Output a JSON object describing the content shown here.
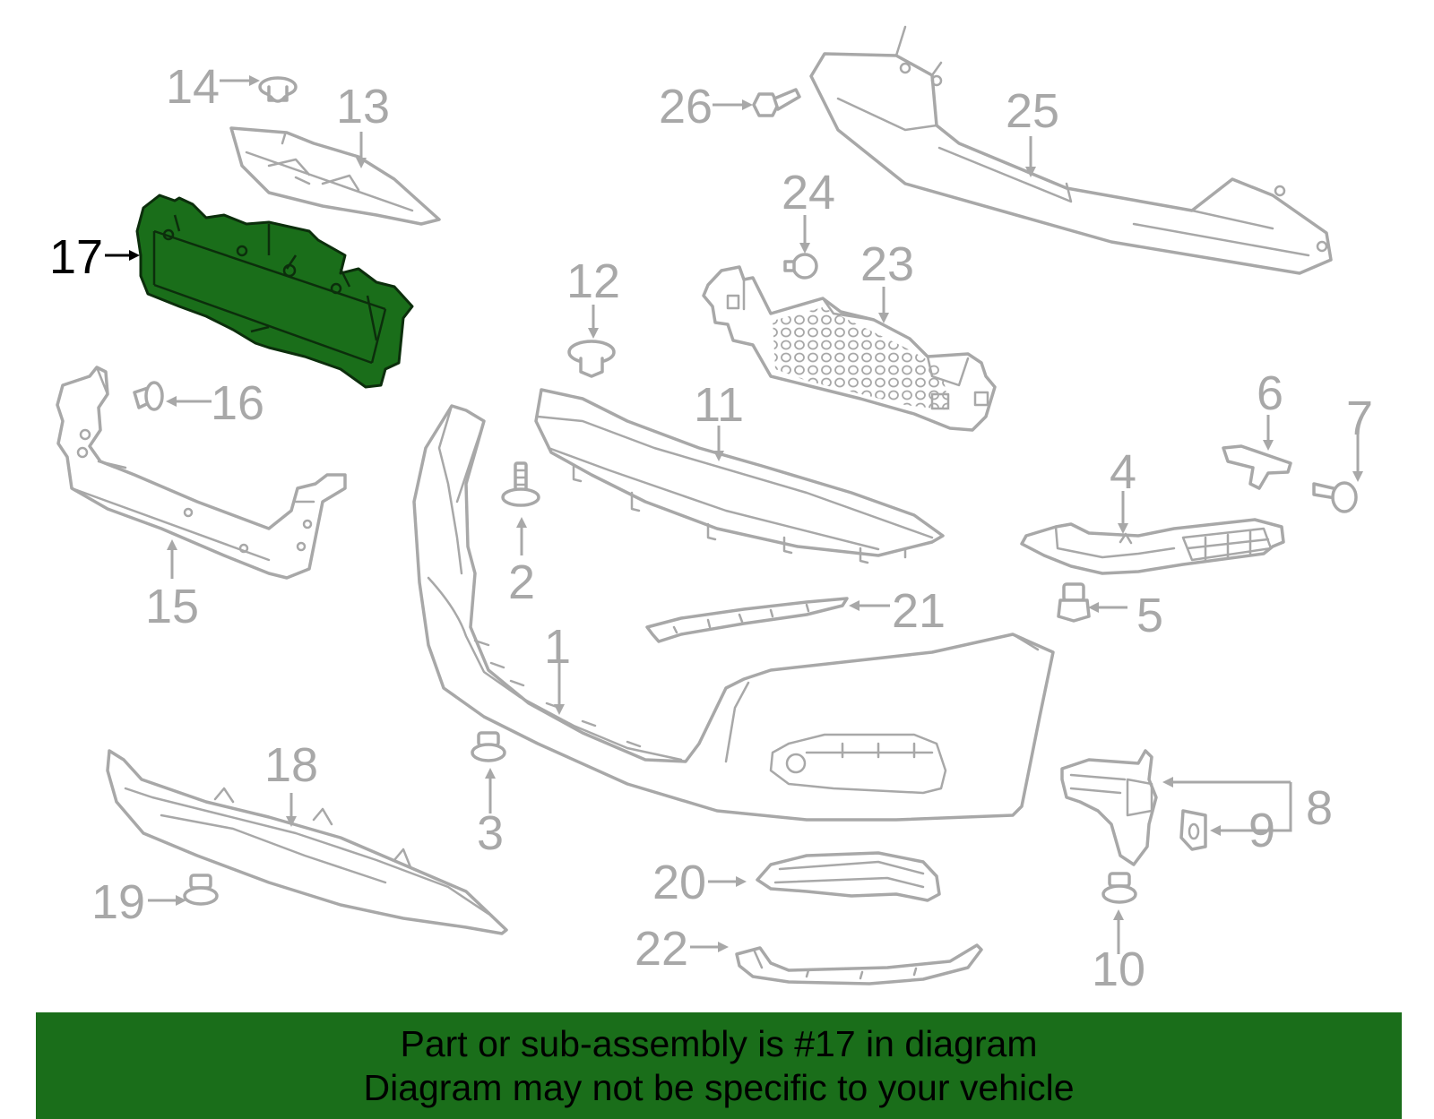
{
  "highlight_color": "#1a6e1a",
  "line_color": "#a8a8a8",
  "labels": {
    "p1": "1",
    "p2": "2",
    "p3": "3",
    "p4": "4",
    "p5": "5",
    "p6": "6",
    "p7": "7",
    "p8": "8",
    "p9": "9",
    "p10": "10",
    "p11": "11",
    "p12": "12",
    "p13": "13",
    "p14": "14",
    "p15": "15",
    "p16": "16",
    "p17": "17",
    "p18": "18",
    "p19": "19",
    "p20": "20",
    "p21": "21",
    "p22": "22",
    "p23": "23",
    "p24": "24",
    "p25": "25",
    "p26": "26"
  },
  "banner": {
    "line1": "Part or sub-assembly is #17 in diagram",
    "line2": "Diagram may not be specific to your vehicle"
  }
}
